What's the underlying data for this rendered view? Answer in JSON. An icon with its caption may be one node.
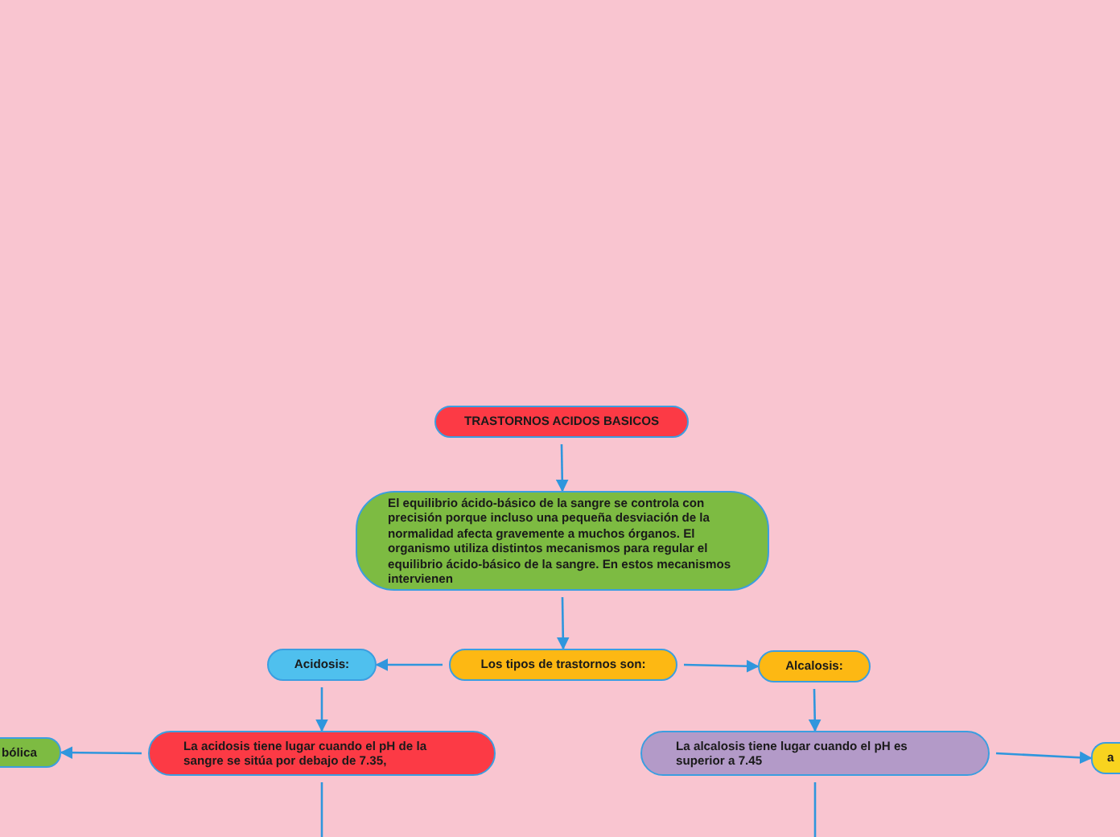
{
  "diagram": {
    "nodes": [
      {
        "text": [
          "TRASTORNOS ACIDOS BASICOS"
        ]
      },
      {
        "text": [
          "El equilibrio ácido-básico de la sangre se controla con precisión porque incluso una pequeña desviación de la normalidad afecta gravemente a muchos órganos. El organismo utiliza distintos mecanismos para regular el equilibrio ácido-básico de la sangre. En estos mecanismos intervienen"
        ]
      },
      {
        "text": [
          "Los tipos de trastornos son:"
        ]
      },
      {
        "text": [
          "Acidosis:"
        ]
      },
      {
        "text": [
          "Alcalosis:"
        ]
      },
      {
        "text": [
          "La acidosis tiene lugar cuando el pH de la sangre se sitúa por debajo de 7.35,"
        ]
      },
      {
        "text": [
          "La alcalosis tiene lugar cuando el pH es superior a 7.45"
        ]
      },
      {
        "text": [
          "bólica"
        ]
      },
      {
        "text": [
          "a"
        ]
      }
    ],
    "edges": [
      {
        "from": 0,
        "to": 1,
        "arrow": "to"
      },
      {
        "from": 1,
        "to": 2,
        "arrow": "to"
      },
      {
        "from": 2,
        "to": 3,
        "arrow": "to"
      },
      {
        "from": 2,
        "to": 4,
        "arrow": "to"
      },
      {
        "from": 3,
        "to": 5,
        "arrow": "to"
      },
      {
        "from": 4,
        "to": 6,
        "arrow": "to"
      },
      {
        "from": 5,
        "to": 7,
        "arrow": "to"
      },
      {
        "from": 6,
        "to": 8,
        "arrow": "to"
      },
      {
        "from": 5,
        "to": null,
        "arrow": "none"
      },
      {
        "from": 6,
        "to": null,
        "arrow": "none"
      }
    ]
  }
}
